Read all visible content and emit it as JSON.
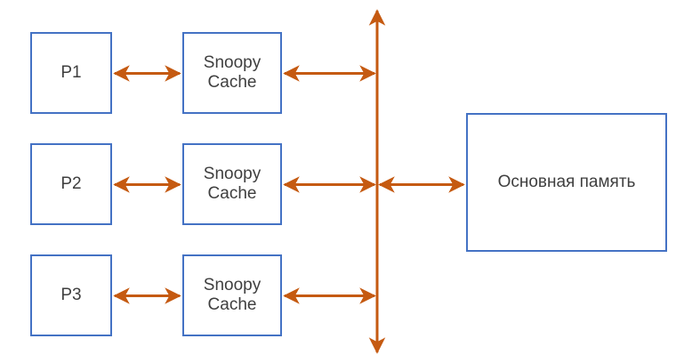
{
  "diagram": {
    "title": "Snoopy cache coherence bus diagram",
    "colors": {
      "box_border": "#4472C4",
      "box_fill": "#FFFFFF",
      "arrow": "#C55A11",
      "text": "#3F3F3F",
      "background": "#FFFFFF"
    },
    "processors": [
      {
        "id": "p1",
        "label": "P1"
      },
      {
        "id": "p2",
        "label": "P2"
      },
      {
        "id": "p3",
        "label": "P3"
      }
    ],
    "caches": [
      {
        "id": "cache1",
        "label": "Snoopy\nCache"
      },
      {
        "id": "cache2",
        "label": "Snoopy\nCache"
      },
      {
        "id": "cache3",
        "label": "Snoopy\nCache"
      }
    ],
    "memory": {
      "id": "main-memory",
      "label": "Основная память"
    },
    "bus": {
      "id": "system-bus",
      "label": "",
      "orientation": "vertical",
      "arrowheads": "both"
    },
    "connectors": [
      {
        "id": "p1-cache1",
        "from": "P1",
        "to": "Snoopy Cache",
        "arrowheads": "both"
      },
      {
        "id": "cache1-bus",
        "from": "Snoopy Cache",
        "to": "Bus",
        "arrowheads": "both"
      },
      {
        "id": "p2-cache2",
        "from": "P2",
        "to": "Snoopy Cache",
        "arrowheads": "both"
      },
      {
        "id": "cache2-bus",
        "from": "Snoopy Cache",
        "to": "Bus",
        "arrowheads": "both"
      },
      {
        "id": "bus-memory",
        "from": "Bus",
        "to": "Основная память",
        "arrowheads": "both"
      },
      {
        "id": "p3-cache3",
        "from": "P3",
        "to": "Snoopy Cache",
        "arrowheads": "both"
      },
      {
        "id": "cache3-bus",
        "from": "Snoopy Cache",
        "to": "Bus",
        "arrowheads": "both"
      }
    ]
  }
}
